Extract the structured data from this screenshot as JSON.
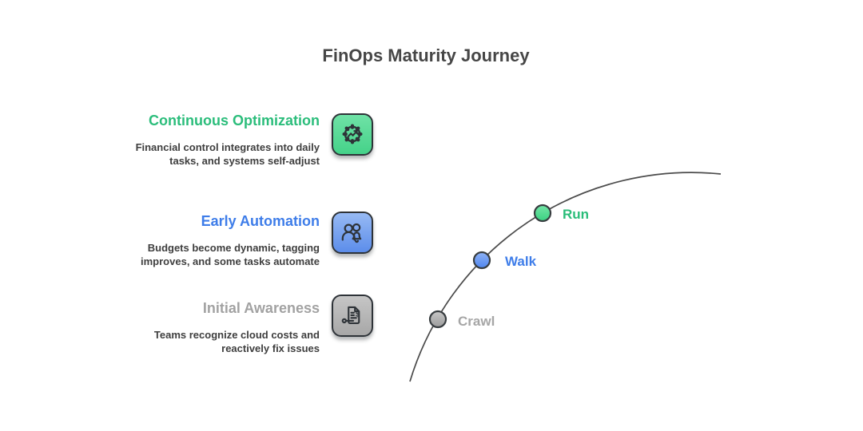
{
  "title": "FinOps Maturity Journey",
  "colors": {
    "green_accent": "#2bbd7b",
    "blue_accent": "#3e7de9",
    "gray_accent": "#a2a2a2",
    "body_text": "#3e3e3e",
    "title_text": "#464646",
    "curve_line": "#4b4b4b",
    "green_fill": "#45d289",
    "blue_fill": "#5c8dea",
    "gray_fill": "#a7a7a7"
  },
  "stages": [
    {
      "title": "Continuous Optimization",
      "description": "Financial control integrates into daily tasks, and systems self-adjust",
      "lines": [
        "Financial control integrates into daily",
        "tasks, and systems self-adjust"
      ],
      "icon": "gear-trend-icon",
      "accent": "#2bbd7b"
    },
    {
      "title": "Early Automation",
      "description": "Budgets become dynamic, tagging improves, and some tasks automate",
      "lines": [
        "Budgets become dynamic, tagging",
        "improves, and some tasks automate"
      ],
      "icon": "users-bell-icon",
      "accent": "#3e7de9"
    },
    {
      "title": "Initial Awareness",
      "description": "Teams recognize cloud costs and reactively fix issues",
      "lines": [
        "Teams recognize cloud costs and",
        "reactively fix issues"
      ],
      "icon": "cost-document-icon",
      "accent": "#a2a2a2"
    }
  ],
  "milestones": [
    {
      "label": "Crawl",
      "accent": "#a2a2a2"
    },
    {
      "label": "Walk",
      "accent": "#3e7de9"
    },
    {
      "label": "Run",
      "accent": "#2bbd7b"
    }
  ],
  "icon_glyphs": {
    "dollar": "$"
  }
}
